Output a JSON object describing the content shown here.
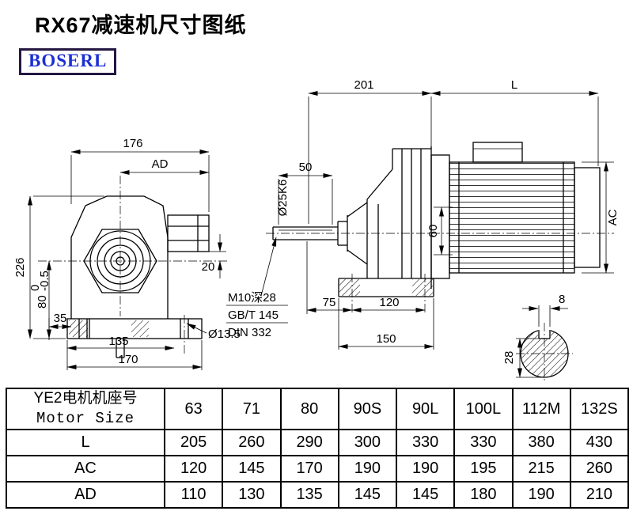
{
  "title": "RX67减速机尺寸图纸",
  "logo": "BOSERL",
  "colors": {
    "logo_border": "#241742",
    "logo_text": "#1b2fd4",
    "line": "#000000"
  },
  "front_view": {
    "dim_176": "176",
    "dim_ad": "AD",
    "dim_226": "226",
    "dim_80": "80",
    "dim_80_tol_upper": "0",
    "dim_80_tol_lower": "-0.5",
    "dim_20": "20",
    "dim_35": "35",
    "dim_135": "135",
    "dim_170": "170",
    "dim_hole": "Ø13.5"
  },
  "side_view": {
    "dim_201": "201",
    "dim_L": "L",
    "dim_50": "50",
    "dim_shaft": "Ø25K6",
    "dim_60": "60",
    "dim_AC": "AC",
    "label_thread": "M10深28",
    "label_gb": "GB/T 145",
    "label_din": "DIN 332",
    "dim_75": "75",
    "dim_120": "120",
    "dim_150": "150"
  },
  "shaft_section": {
    "dim_8": "8",
    "dim_28": "28"
  },
  "table": {
    "motor_label_cn": "YE2电机机座号",
    "motor_label_en": "Motor Size",
    "sizes": [
      "63",
      "71",
      "80",
      "90S",
      "90L",
      "100L",
      "112M",
      "132S"
    ],
    "rows": [
      {
        "label": "L",
        "values": [
          "205",
          "260",
          "290",
          "300",
          "330",
          "330",
          "380",
          "430"
        ]
      },
      {
        "label": "AC",
        "values": [
          "120",
          "145",
          "170",
          "190",
          "190",
          "195",
          "215",
          "260"
        ]
      },
      {
        "label": "AD",
        "values": [
          "110",
          "130",
          "135",
          "145",
          "145",
          "180",
          "190",
          "210"
        ]
      }
    ]
  }
}
